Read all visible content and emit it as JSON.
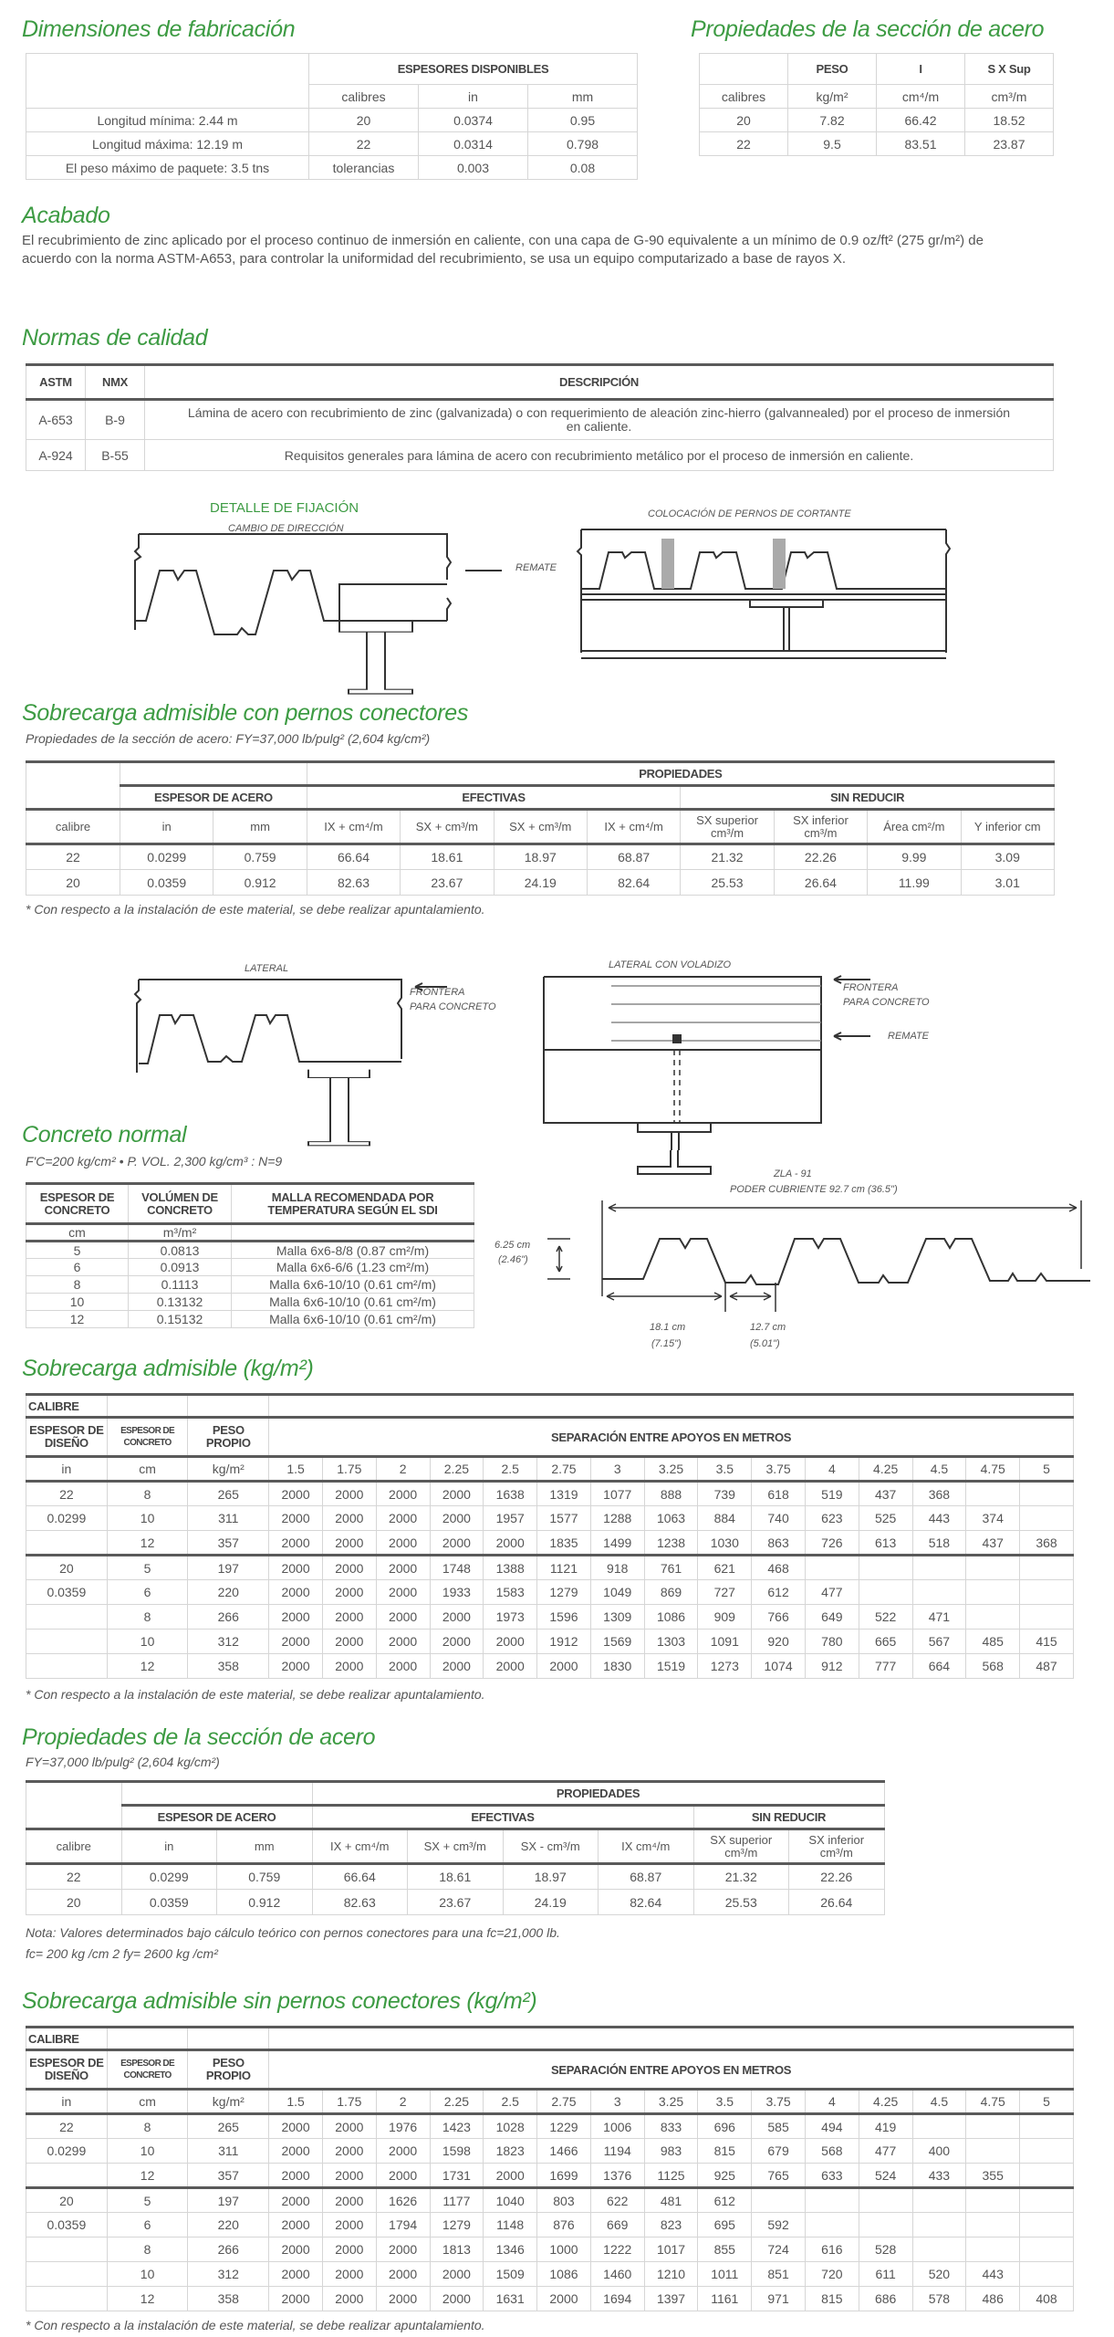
{
  "dimensiones": {
    "title": "Dimensiones de fabricación",
    "header": "ESPESORES DISPONIBLES",
    "units": [
      "calibres",
      "in",
      "mm"
    ],
    "rows": [
      {
        "label": "Longitud mínima: 2.44 m",
        "values": [
          "20",
          "0.0374",
          "0.95"
        ]
      },
      {
        "label": "Longitud máxima: 12.19 m",
        "values": [
          "22",
          "0.0314",
          "0.798"
        ]
      },
      {
        "label": "El peso máximo de paquete: 3.5 tns",
        "values": [
          "tolerancias",
          "0.003",
          "0.08"
        ]
      }
    ]
  },
  "propiedades_top": {
    "title": "Propiedades de la sección de acero",
    "headers": [
      "PESO",
      "I",
      "S X Sup"
    ],
    "units": [
      "calibres",
      "kg/m²",
      "cm⁴/m",
      "cm³/m"
    ],
    "rows": [
      [
        "20",
        "7.82",
        "66.42",
        "18.52"
      ],
      [
        "22",
        "9.5",
        "83.51",
        "23.87"
      ]
    ]
  },
  "acabado": {
    "title": "Acabado",
    "text": "El recubrimiento de zinc aplicado por el proceso continuo de inmersión en caliente, con una capa de G-90 equivalente a un mínimo de 0.9 oz/ft² (275 gr/m²) de acuerdo con la norma ASTM-A653, para controlar la uniformidad del recubrimiento, se usa un equipo computarizado a base de rayos X."
  },
  "normas": {
    "title": "Normas de calidad",
    "headers": [
      "ASTM",
      "NMX",
      "DESCRIPCIÓN"
    ],
    "rows": [
      [
        "A-653",
        "B-9",
        "Lámina de acero con recubrimiento de zinc (galvanizada) o con requerimiento de aleación zinc-hierro (galvannealed) por el proceso de inmersión en caliente."
      ],
      [
        "A-924",
        "B-55",
        "Requisitos generales para lámina de acero con recubrimiento metálico por el proceso de inmersión en caliente."
      ]
    ]
  },
  "diagramas_fijacion": {
    "detalle": "DETALLE DE FIJACIÓN",
    "cambio": "CAMBIO DE DIRECCIÓN",
    "remate": "REMATE",
    "colocacion": "COLOCACIÓN DE PERNOS DE CORTANTE"
  },
  "sobrecarga_pernos": {
    "title": "Sobrecarga admisible con pernos conectores",
    "subtitle": "Propiedades de la sección de acero: FY=37,000 lb/pulg² (2,604 kg/cm²)",
    "propiedades": "PROPIEDADES",
    "espesor": "ESPESOR DE ACERO",
    "efectivas": "EFECTIVAS",
    "sin_reducir": "SIN REDUCIR",
    "cols": [
      "calibre",
      "in",
      "mm",
      "IX + cm⁴/m",
      "SX + cm³/m",
      "SX + cm³/m",
      "IX + cm⁴/m",
      "SX superior cm³/m",
      "SX inferior cm³/m",
      "Área cm²/m",
      "Y inferior cm"
    ],
    "rows": [
      [
        "22",
        "0.0299",
        "0.759",
        "66.64",
        "18.61",
        "18.97",
        "68.87",
        "21.32",
        "22.26",
        "9.99",
        "3.09"
      ],
      [
        "20",
        "0.0359",
        "0.912",
        "82.63",
        "23.67",
        "24.19",
        "82.64",
        "25.53",
        "26.64",
        "11.99",
        "3.01"
      ]
    ],
    "footnote": "* Con respecto a la instalación de este material, se debe realizar apuntalamiento."
  },
  "diagramas_lateral": {
    "lateral": "LATERAL",
    "frontera": "FRONTERA",
    "para_concreto": "PARA CONCRETO",
    "lateral_voladizo": "LATERAL CON VOLADIZO",
    "frontera2": "FRONTERA",
    "para_concreto2": "PARA CONCRETO",
    "remate": "REMATE"
  },
  "concreto": {
    "title": "Concreto normal",
    "subtitle": "F'C=200 kg/cm² • P. VOL. 2,300 kg/cm³ : N=9",
    "headers": [
      "ESPESOR DE CONCRETO",
      "VOLÚMEN DE CONCRETO",
      "MALLA RECOMENDADA POR TEMPERATURA SEGÚN EL SDI"
    ],
    "units": [
      "cm",
      "m³/m²",
      ""
    ],
    "rows": [
      [
        "5",
        "0.0813",
        "Malla 6x6-8/8 (0.87 cm²/m)"
      ],
      [
        "6",
        "0.0913",
        "Malla 6x6-6/6 (1.23 cm²/m)"
      ],
      [
        "8",
        "0.1113",
        "Malla 6x6-10/10 (0.61 cm²/m)"
      ],
      [
        "10",
        "0.13132",
        "Malla 6x6-10/10 (0.61 cm²/m)"
      ],
      [
        "12",
        "0.15132",
        "Malla 6x6-10/10 (0.61 cm²/m)"
      ]
    ]
  },
  "perfil": {
    "name": "ZLA - 91",
    "poder": "PODER CUBRIENTE 92.7 cm (36.5\")",
    "altura": "6.25 cm",
    "altura_in": "(2.46\")",
    "d1": "18.1 cm",
    "d1_in": "(7.15\")",
    "d2": "12.7 cm",
    "d2_in": "(5.01\")"
  },
  "sobrecarga_admisible": {
    "title": "Sobrecarga admisible (kg/m²)",
    "calibre": "CALIBRE",
    "h": [
      "ESPESOR DE DISEÑO",
      "ESPESOR DE CONCRETO",
      "PESO PROPIO"
    ],
    "sep": "SEPARACIÓN ENTRE APOYOS EN METROS",
    "units": [
      "in",
      "cm",
      "kg/m²"
    ],
    "spans": [
      "1.5",
      "1.75",
      "2",
      "2.25",
      "2.5",
      "2.75",
      "3",
      "3.25",
      "3.5",
      "3.75",
      "4",
      "4.25",
      "4.5",
      "4.75",
      "5"
    ],
    "rows": [
      [
        "22",
        "8",
        "265",
        "2000",
        "2000",
        "2000",
        "2000",
        "1638",
        "1319",
        "1077",
        "888",
        "739",
        "618",
        "519",
        "437",
        "368",
        "",
        ""
      ],
      [
        "0.0299",
        "10",
        "311",
        "2000",
        "2000",
        "2000",
        "2000",
        "1957",
        "1577",
        "1288",
        "1063",
        "884",
        "740",
        "623",
        "525",
        "443",
        "374",
        ""
      ],
      [
        "",
        "12",
        "357",
        "2000",
        "2000",
        "2000",
        "2000",
        "2000",
        "1835",
        "1499",
        "1238",
        "1030",
        "863",
        "726",
        "613",
        "518",
        "437",
        "368"
      ],
      [
        "20",
        "5",
        "197",
        "2000",
        "2000",
        "2000",
        "1748",
        "1388",
        "1121",
        "918",
        "761",
        "621",
        "468",
        "",
        "",
        "",
        "",
        ""
      ],
      [
        "0.0359",
        "6",
        "220",
        "2000",
        "2000",
        "2000",
        "1933",
        "1583",
        "1279",
        "1049",
        "869",
        "727",
        "612",
        "477",
        "",
        "",
        "",
        ""
      ],
      [
        "",
        "8",
        "266",
        "2000",
        "2000",
        "2000",
        "2000",
        "1973",
        "1596",
        "1309",
        "1086",
        "909",
        "766",
        "649",
        "522",
        "471",
        "",
        ""
      ],
      [
        "",
        "10",
        "312",
        "2000",
        "2000",
        "2000",
        "2000",
        "2000",
        "1912",
        "1569",
        "1303",
        "1091",
        "920",
        "780",
        "665",
        "567",
        "485",
        "415"
      ],
      [
        "",
        "12",
        "358",
        "2000",
        "2000",
        "2000",
        "2000",
        "2000",
        "2000",
        "1830",
        "1519",
        "1273",
        "1074",
        "912",
        "777",
        "664",
        "568",
        "487"
      ]
    ],
    "footnote": "* Con respecto a la instalación de este material, se debe realizar apuntalamiento."
  },
  "propiedades_seccion": {
    "title": "Propiedades de la sección de acero",
    "subtitle": "FY=37,000 lb/pulg² (2,604 kg/cm²)",
    "propiedades": "PROPIEDADES",
    "espesor": "ESPESOR DE ACERO",
    "efectivas": "EFECTIVAS",
    "sin_reducir": "SIN REDUCIR",
    "cols": [
      "calibre",
      "in",
      "mm",
      "IX + cm⁴/m",
      "SX + cm³/m",
      "SX - cm³/m",
      "IX cm⁴/m",
      "SX superior cm³/m",
      "SX inferior cm³/m"
    ],
    "rows": [
      [
        "22",
        "0.0299",
        "0.759",
        "66.64",
        "18.61",
        "18.97",
        "68.87",
        "21.32",
        "22.26"
      ],
      [
        "20",
        "0.0359",
        "0.912",
        "82.63",
        "23.67",
        "24.19",
        "82.64",
        "25.53",
        "26.64"
      ]
    ],
    "nota1": "Nota: Valores determinados bajo cálculo teórico con pernos conectores para una fc=21,000 lb.",
    "nota2": "fc= 200 kg /cm 2 fy= 2600 kg /cm²"
  },
  "sin_pernos": {
    "title": "Sobrecarga admisible sin pernos conectores (kg/m²)",
    "calibre": "CALIBRE",
    "h": [
      "ESPESOR DE DISEÑO",
      "ESPESOR DE CONCRETO",
      "PESO PROPIO"
    ],
    "sep": "SEPARACIÓN ENTRE APOYOS EN METROS",
    "units": [
      "in",
      "cm",
      "kg/m²"
    ],
    "spans": [
      "1.5",
      "1.75",
      "2",
      "2.25",
      "2.5",
      "2.75",
      "3",
      "3.25",
      "3.5",
      "3.75",
      "4",
      "4.25",
      "4.5",
      "4.75",
      "5"
    ],
    "rows": [
      [
        "22",
        "8",
        "265",
        "2000",
        "2000",
        "1976",
        "1423",
        "1028",
        "1229",
        "1006",
        "833",
        "696",
        "585",
        "494",
        "419",
        "",
        "",
        ""
      ],
      [
        "0.0299",
        "10",
        "311",
        "2000",
        "2000",
        "2000",
        "1598",
        "1823",
        "1466",
        "1194",
        "983",
        "815",
        "679",
        "568",
        "477",
        "400",
        "",
        ""
      ],
      [
        "",
        "12",
        "357",
        "2000",
        "2000",
        "2000",
        "1731",
        "2000",
        "1699",
        "1376",
        "1125",
        "925",
        "765",
        "633",
        "524",
        "433",
        "355",
        ""
      ],
      [
        "20",
        "5",
        "197",
        "2000",
        "2000",
        "1626",
        "1177",
        "1040",
        "803",
        "622",
        "481",
        "612",
        "",
        "",
        "",
        "",
        "",
        ""
      ],
      [
        "0.0359",
        "6",
        "220",
        "2000",
        "2000",
        "1794",
        "1279",
        "1148",
        "876",
        "669",
        "823",
        "695",
        "592",
        "",
        "",
        "",
        "",
        ""
      ],
      [
        "",
        "8",
        "266",
        "2000",
        "2000",
        "2000",
        "1813",
        "1346",
        "1000",
        "1222",
        "1017",
        "855",
        "724",
        "616",
        "528",
        "",
        "",
        ""
      ],
      [
        "",
        "10",
        "312",
        "2000",
        "2000",
        "2000",
        "2000",
        "1509",
        "1086",
        "1460",
        "1210",
        "1011",
        "851",
        "720",
        "611",
        "520",
        "443",
        ""
      ],
      [
        "",
        "12",
        "358",
        "2000",
        "2000",
        "2000",
        "2000",
        "1631",
        "2000",
        "1694",
        "1397",
        "1161",
        "971",
        "815",
        "686",
        "578",
        "486",
        "408"
      ]
    ],
    "footnote": "* Con respecto a la instalación de este material, se debe realizar apuntalamiento."
  }
}
